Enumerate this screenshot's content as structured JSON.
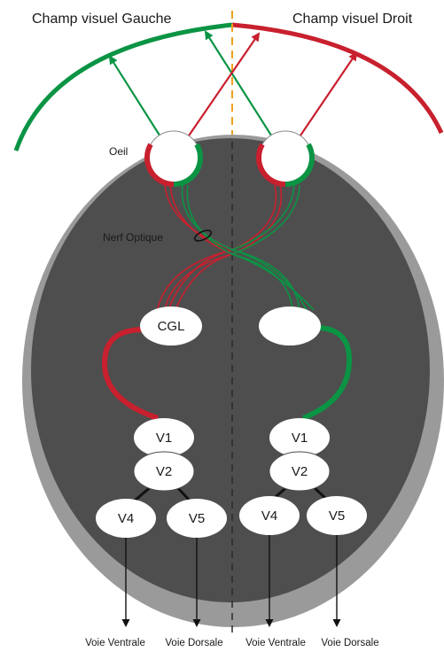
{
  "labels": {
    "left_field": "Champ visuel Gauche",
    "right_field": "Champ visuel Droit",
    "eye": "Oeil",
    "optic_nerve": "Nerf Optique",
    "lgn": "CGL"
  },
  "left_hemisphere": {
    "v1": "V1",
    "v2": "V2",
    "v4": "V4",
    "v5": "V5",
    "ventral": "Voie Ventrale",
    "dorsal": "Voie Dorsale"
  },
  "right_hemisphere": {
    "v1": "V1",
    "v2": "V2",
    "v4": "V4",
    "v5": "V5",
    "ventral": "Voie Ventrale",
    "dorsal": "Voie Dorsale"
  },
  "colors": {
    "left_field": "#0a9444",
    "right_field": "#c8202e",
    "brain_outer": "#9a9a9a",
    "brain_inner": "#4e4e4e",
    "midline": "#f0a020",
    "node_fill": "#ffffff"
  }
}
